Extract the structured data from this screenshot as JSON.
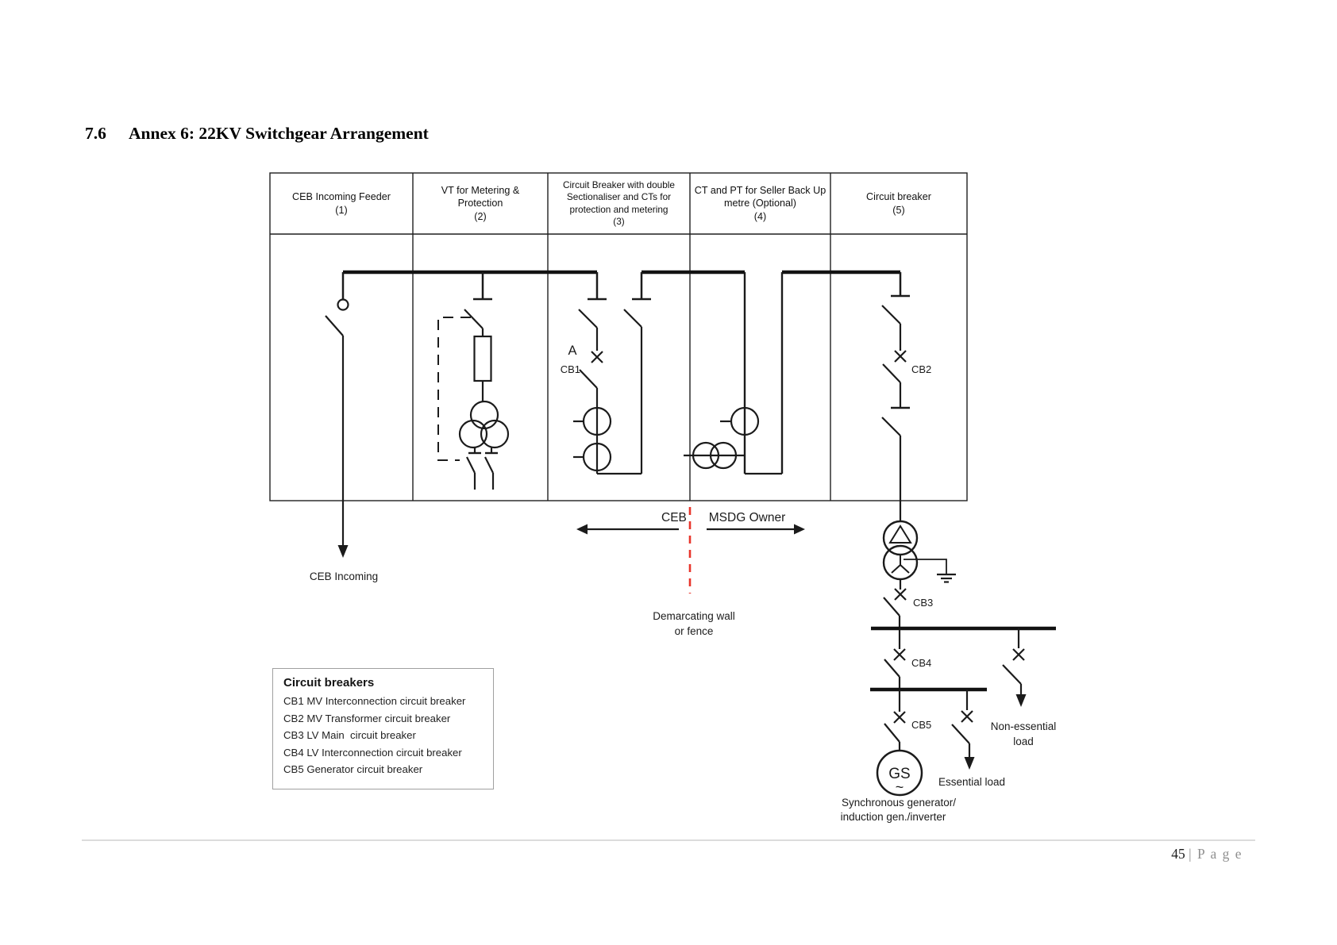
{
  "page": {
    "section_number": "7.6",
    "section_title": "Annex 6: 22KV Switchgear Arrangement",
    "footer": {
      "page_number": "45",
      "page_word": "| P a g e"
    }
  },
  "table": {
    "columns": [
      {
        "label": "CEB Incoming Feeder",
        "number": "(1)"
      },
      {
        "label": "VT for Metering &\nProtection",
        "number": "(2)"
      },
      {
        "label": "Circuit Breaker with double\nSectionaliser and CTs for\nprotection and metering",
        "number": "(3)"
      },
      {
        "label": "CT and PT for Seller Back Up\nmetre (Optional)",
        "number": "(4)"
      },
      {
        "label": "Circuit breaker",
        "number": "(5)"
      }
    ]
  },
  "diagram": {
    "labels": {
      "point_a": "A",
      "cb1": "CB1",
      "cb2": "CB2",
      "cb3": "CB3",
      "cb4": "CB4",
      "cb5": "CB5",
      "ceb_incoming": "CEB Incoming",
      "ceb_side": "CEB",
      "msdg_side": "MSDG Owner",
      "demarcation_1": "Demarcating wall",
      "demarcation_2": "or fence",
      "generator": "GS",
      "generator_wave": "~",
      "essential_load": "Essential load",
      "non_essential_1": "Non-essential",
      "non_essential_2": "load",
      "generator_caption_1": "Synchronous generator/",
      "generator_caption_2": "induction gen./inverter"
    },
    "colors": {
      "line": "#1b1b1b",
      "demarcation_red": "#e8352b",
      "label_a_red": "#e8352b"
    }
  },
  "legend": {
    "title": "Circuit breakers",
    "items": [
      "CB1 MV Interconnection circuit breaker",
      "CB2 MV Transformer circuit breaker",
      "CB3 LV Main  circuit breaker",
      "CB4 LV Interconnection circuit breaker",
      "CB5 Generator circuit breaker"
    ]
  }
}
